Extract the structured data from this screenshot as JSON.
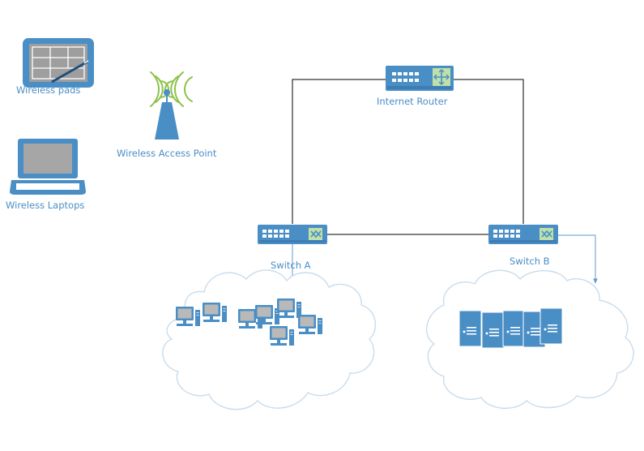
{
  "nodes": {
    "wireless_pads": "Wireless pads",
    "wireless_access_point": "Wireless Access Point",
    "wireless_laptops": "Wireless Laptops",
    "internet_router": "Internet Router",
    "switch_a": "Switch A",
    "switch_b": "Switch B"
  },
  "colors": {
    "device_blue": "#4a8ec6",
    "label_blue": "#4a8ec6",
    "cloud_outline": "#c9dcec",
    "signal_green": "#8cc24a",
    "link_line": "#000000",
    "down_link": "#5b9bd5"
  },
  "icons": {
    "pads": "tablet-stylus-icon",
    "access_point": "antenna-icon",
    "laptop": "laptop-icon",
    "router": "router-icon",
    "switch": "switch-icon",
    "pc": "desktop-computer-icon",
    "server": "server-icon",
    "cloud": "cloud-shape"
  }
}
